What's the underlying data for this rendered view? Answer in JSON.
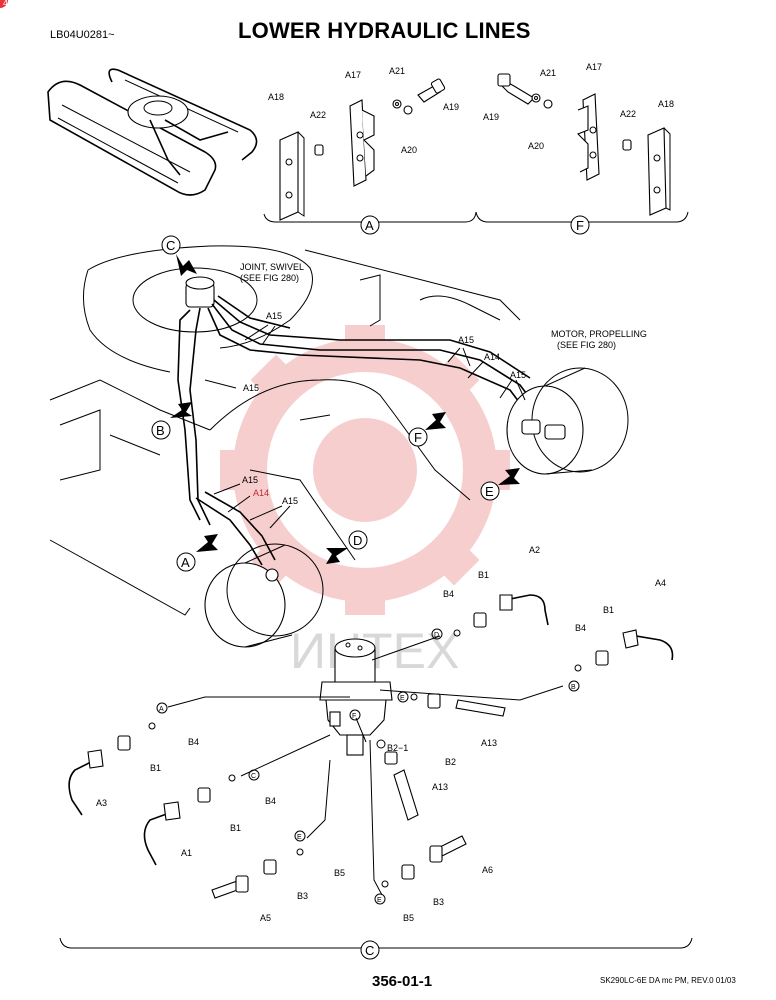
{
  "header": {
    "code": "LB04U0281~",
    "title": "LOWER HYDRAULIC LINES"
  },
  "footer": {
    "page": "356-01-1",
    "code": "SK290LC-6E DA mc PM, REV.0 01/03"
  },
  "corner_mark": "4",
  "notes": {
    "swivel_line1": "JOINT, SWIVEL",
    "swivel_line2": "(SEE FIG 280)",
    "motor_line1": "MOTOR, PROPELLING",
    "motor_line2": "(SEE FIG 280)"
  },
  "sections": {
    "A": "A",
    "F": "F",
    "C": "C",
    "B": "B",
    "D": "D",
    "E": "E"
  },
  "small_tags": {
    "A": "A",
    "B": "B",
    "C": "C",
    "D": "D",
    "E": "E",
    "F": "F"
  },
  "labels": {
    "A1": "A1",
    "A2": "A2",
    "A3": "A3",
    "A4": "A4",
    "A5": "A5",
    "A6": "A6",
    "A13": "A13",
    "A14": "A14",
    "A15": "A15",
    "A17": "A17",
    "A18": "A18",
    "A19": "A19",
    "A20": "A20",
    "A21": "A21",
    "A22": "A22",
    "B1": "B1",
    "B2": "B2",
    "B2_1": "B2−1",
    "B3": "B3",
    "B4": "B4",
    "B5": "B5"
  },
  "watermark": "ИНТЕХ",
  "colors": {
    "watermark": "#f2a7a7",
    "accent": "#e8333a"
  }
}
